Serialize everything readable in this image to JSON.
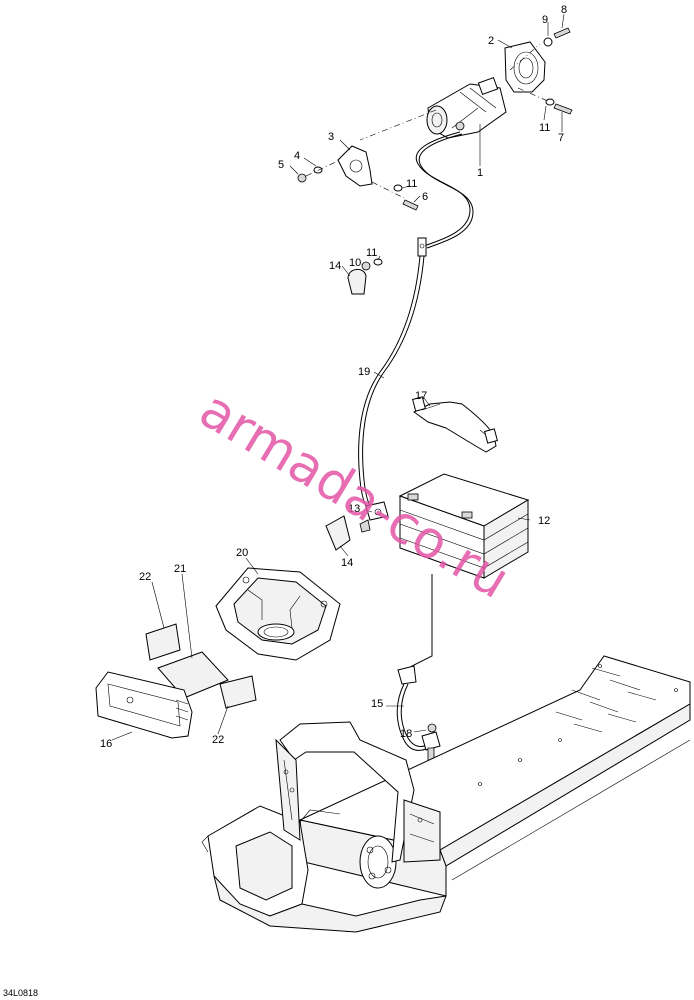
{
  "figure_code": "34L0818",
  "watermark": "armada-co.ru",
  "callouts": {
    "c1": "1",
    "c2": "2",
    "c3": "3",
    "c4": "4",
    "c5": "5",
    "c6": "6",
    "c7": "7",
    "c8": "8",
    "c9": "9",
    "c10": "10",
    "c11a": "11",
    "c11b": "11",
    "c11c": "11",
    "c12": "12",
    "c13": "13",
    "c14a": "14",
    "c14b": "14",
    "c15": "15",
    "c16": "16",
    "c17": "17",
    "c18": "18",
    "c19": "19",
    "c20": "20",
    "c21": "21",
    "c22a": "22",
    "c22b": "22"
  }
}
